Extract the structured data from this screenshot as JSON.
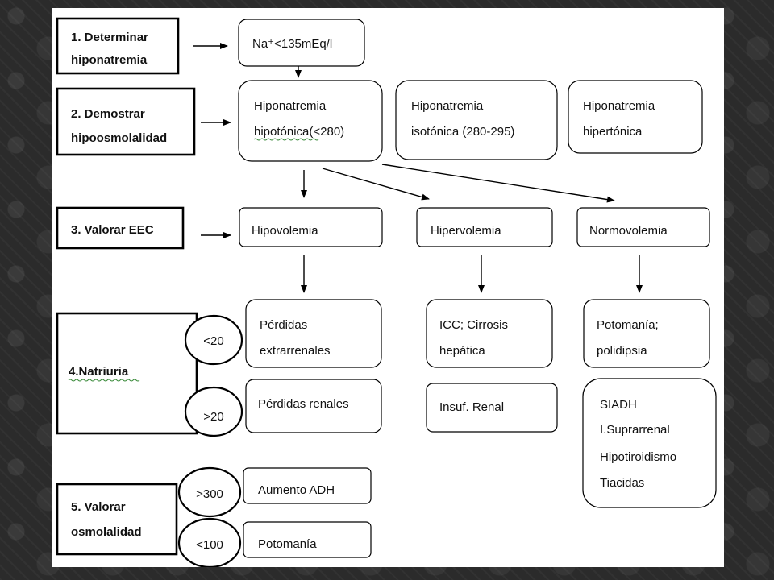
{
  "steps": {
    "s1": {
      "line1": "1. Determinar",
      "line2": "hiponatremia"
    },
    "s2": {
      "line1": "2. Demostrar",
      "line2": "hipoosmolalidad"
    },
    "s3": {
      "line1": "3. Valorar EEC"
    },
    "s4": {
      "line1": "4.Natriuria"
    },
    "s5": {
      "line1": "5. Valorar",
      "line2": "osmolalidad"
    }
  },
  "nodes": {
    "sodium": {
      "line1": "Na⁺<135mEq/l"
    },
    "hipotonica": {
      "line1": "Hiponatremia",
      "line2": "hipotónica(<280)"
    },
    "isotonica": {
      "line1": "Hiponatremia",
      "line2": "isotónica (280-295)"
    },
    "hipertonica": {
      "line1": "Hiponatremia",
      "line2": "hipertónica"
    },
    "hipovolemia": {
      "line1": "Hipovolemia"
    },
    "hipervolemia": {
      "line1": "Hipervolemia"
    },
    "normovolemia": {
      "line1": "Normovolemia"
    },
    "perdidas_extra": {
      "line1": "Pérdidas",
      "line2": "extrarrenales"
    },
    "perdidas_renales": {
      "line1": "Pérdidas renales"
    },
    "icc": {
      "line1": "ICC; Cirrosis",
      "line2": "hepática"
    },
    "insuf_renal": {
      "line1": "Insuf. Renal"
    },
    "potomania_poli": {
      "line1": "Potomanía;",
      "line2": "polidipsia"
    },
    "siadh_group": {
      "line1": "SIADH",
      "line2": "I.Suprarrenal",
      "line3": "Hipotiroidismo",
      "line4": "Tiacidas"
    },
    "aumento_adh": {
      "line1": "Aumento ADH"
    },
    "potomania": {
      "line1": "Potomanía"
    }
  },
  "thresholds": {
    "natriuria_low": "<20",
    "natriuria_high": ">20",
    "osm_high": ">300",
    "osm_low": "<100"
  }
}
